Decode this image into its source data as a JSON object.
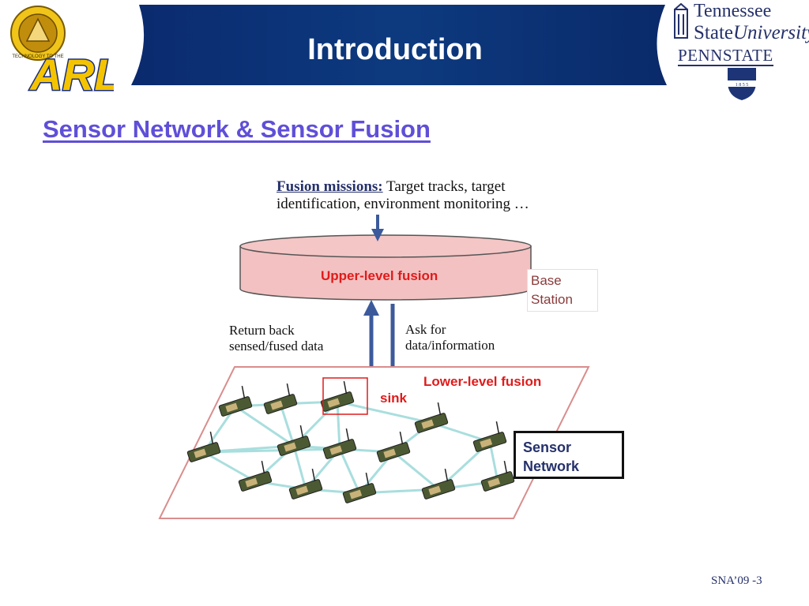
{
  "header": {
    "title": "Introduction",
    "arl_logo_text": "ARL",
    "seal_text": "TECHNOLOGY TO THE",
    "univ_line1": "Tennessee",
    "univ_line2a": "State",
    "univ_line2b": "University",
    "pennstate": "PENNSTATE",
    "pennstate_year": "1 8 5 5"
  },
  "section": {
    "heading": "Sensor Network & Sensor Fusion"
  },
  "diagram": {
    "missions_label": "Fusion missions:",
    "missions_text": "Target tracks, target identification, environment monitoring …",
    "upper_fusion": "Upper-level fusion",
    "base_station": "Base Station",
    "return_label": "Return back sensed/fused data",
    "ask_label": "Ask for data/information",
    "lower_fusion": "Lower-level fusion",
    "sink": "sink",
    "sensor_network": "Sensor Network"
  },
  "footer": {
    "slide_id": "SNA’09 -3"
  },
  "colors": {
    "banner": "#0d2b6b",
    "heading": "#5f4fd8",
    "cylinder_fill": "#f3c1c1",
    "red_text": "#e01b1b",
    "link_line": "#a9dede",
    "navy_text": "#25316b"
  },
  "icons": [
    "arl-logo-icon",
    "seal-icon",
    "university-building-icon",
    "pennstate-shield-icon",
    "sensor-node-icon",
    "arrow-up-icon",
    "arrow-down-icon"
  ]
}
